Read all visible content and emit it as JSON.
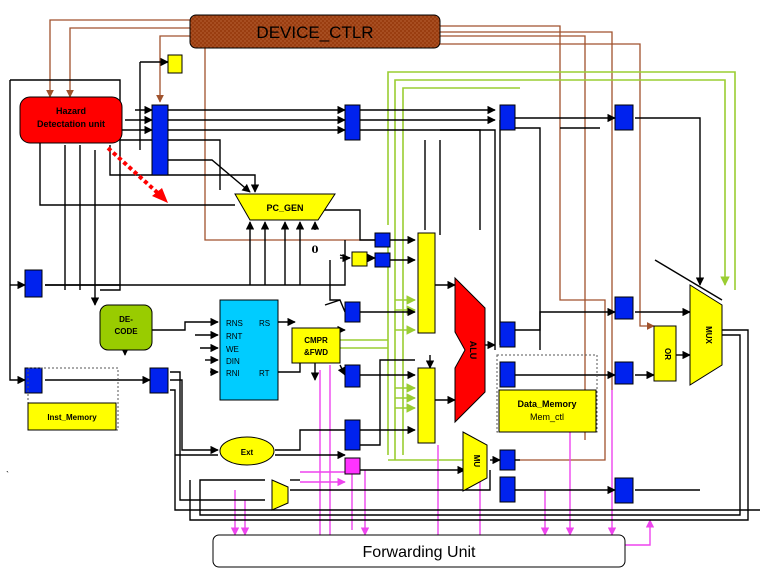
{
  "blocks": {
    "device_ctlr": "DEVICE_CTLR",
    "hazard_line1": "Hazard",
    "hazard_line2": "Detectation unit",
    "pc_gen": "PC_GEN",
    "decode_line1": "DE-",
    "decode_line2": "CODE",
    "inst_memory": "Inst_Memory",
    "regfile_ports_left": [
      "RNS",
      "RNT",
      "WE",
      "DIN",
      "RNI"
    ],
    "regfile_ports_right": [
      "RS",
      "RT"
    ],
    "cmpr_line1": "CMPR",
    "cmpr_line2": "&FWD",
    "ext": "Ext",
    "alu": "ALU",
    "mul": "MU",
    "data_memory_line1": "Data_Memory",
    "data_memory_line2": "Mem_ctl",
    "or": "OR",
    "mux": "MUX",
    "forwarding_unit": "Forwarding Unit",
    "zero_const": "0",
    "mark": "`"
  },
  "colors": {
    "device_ctlr_fill": "#9a3d10",
    "hazard_fill": "#ff0000",
    "decode_fill": "#99cc00",
    "register_fill": "#0022ee",
    "regfile_fill": "#00ccff",
    "yellow_fill": "#ffff00",
    "alu_fill": "#ff0000",
    "magenta_fill": "#ff33ff",
    "forwarding_fill": "#ffffff",
    "wire_brown": "#a0522d",
    "wire_green": "#9acd32",
    "wire_magenta": "#ee44ee"
  }
}
